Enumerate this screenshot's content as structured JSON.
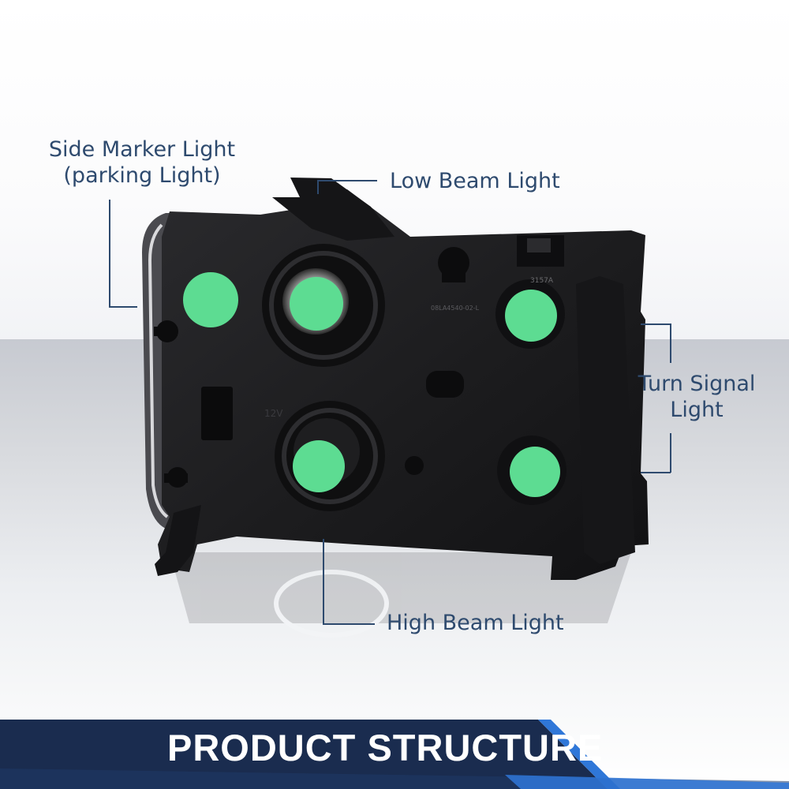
{
  "callouts": {
    "side_marker": {
      "line1": "Side Marker Light",
      "line2": "(parking Light)"
    },
    "low_beam": "Low Beam Light",
    "turn_signal": {
      "line1": "Turn Signal",
      "line2": "Light"
    },
    "high_beam": "High Beam Light"
  },
  "banner": {
    "title": "PRODUCT STRUCTURE"
  },
  "housing_text": {
    "part_code": "3157A",
    "serial": "08LA4540-02-L",
    "voltage": "12V"
  },
  "colors": {
    "label_text": "#2e4a6e",
    "banner_dark": "#1a2c4f",
    "banner_accent": "#2f77d8",
    "housing": "#1c1c1e",
    "bulb_cap": "#5ddc92"
  },
  "icons": {
    "product": "headlight-assembly-image"
  }
}
